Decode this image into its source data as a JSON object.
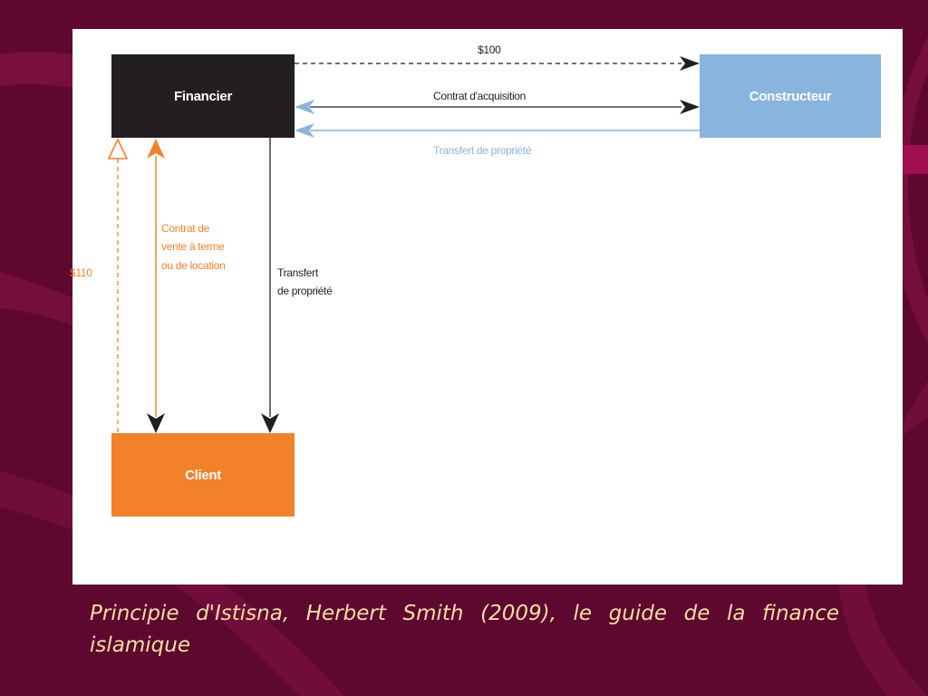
{
  "diagram": {
    "nodes": {
      "financier": {
        "label": "Financier",
        "color": "#231f20"
      },
      "constructeur": {
        "label": "Constructeur",
        "color": "#89b4dd"
      },
      "client": {
        "label": "Client",
        "color": "#f3812a"
      }
    },
    "edges": {
      "payment_to_constructor": {
        "label": "$100",
        "color": "#231f20"
      },
      "acquisition_contract": {
        "label": "Contrat d'acquisition",
        "color": "#231f20"
      },
      "ownership_to_financier": {
        "label": "Transfert de propriété",
        "color": "#89b4dd"
      },
      "payment_from_client": {
        "label": "$110",
        "color": "#f3812a"
      },
      "sale_contract": {
        "label_lines": [
          "Contrat de",
          "vente à terme",
          "ou de location"
        ],
        "color": "#f3812a"
      },
      "ownership_to_client": {
        "label_lines": [
          "Transfert",
          "de propriété"
        ],
        "color": "#231f20"
      }
    }
  },
  "caption": "Principie d'Istisna, Herbert Smith (2009), le guide de la finance islamique"
}
